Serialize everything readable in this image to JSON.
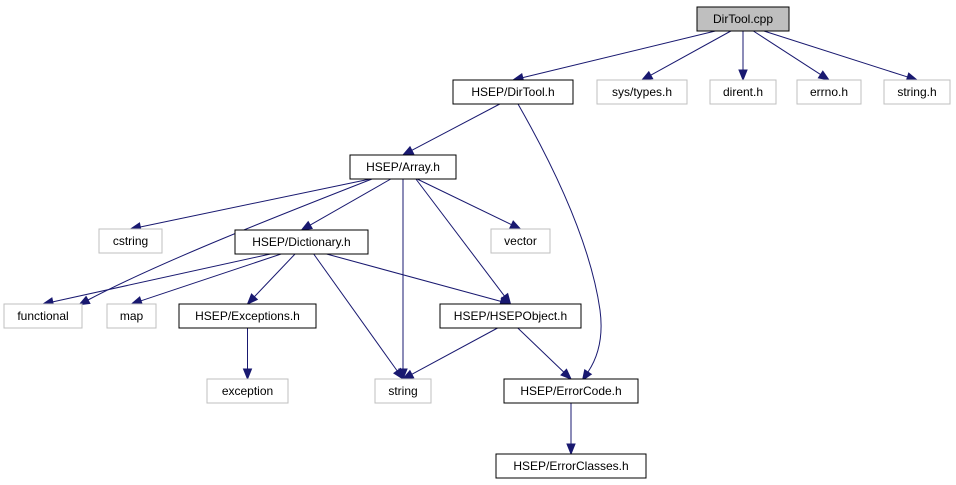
{
  "colors": {
    "edge": "#191970",
    "root_fill": "#bfbfbf",
    "root_stroke": "#000000",
    "documented_stroke": "#000000",
    "external_stroke": "#bfbfbf",
    "node_fill": "#ffffff"
  },
  "nodes": {
    "dirtool_cpp": {
      "label": "DirTool.cpp",
      "kind": "root"
    },
    "dirtool_h": {
      "label": "HSEP/DirTool.h",
      "kind": "documented"
    },
    "sys_types_h": {
      "label": "sys/types.h",
      "kind": "external"
    },
    "dirent_h": {
      "label": "dirent.h",
      "kind": "external"
    },
    "errno_h": {
      "label": "errno.h",
      "kind": "external"
    },
    "string_h": {
      "label": "string.h",
      "kind": "external"
    },
    "array_h": {
      "label": "HSEP/Array.h",
      "kind": "documented"
    },
    "cstring": {
      "label": "cstring",
      "kind": "external"
    },
    "dictionary_h": {
      "label": "HSEP/Dictionary.h",
      "kind": "documented"
    },
    "vector": {
      "label": "vector",
      "kind": "external"
    },
    "functional": {
      "label": "functional",
      "kind": "external"
    },
    "map": {
      "label": "map",
      "kind": "external"
    },
    "exceptions_h": {
      "label": "HSEP/Exceptions.h",
      "kind": "documented"
    },
    "hsepobject_h": {
      "label": "HSEP/HSEPObject.h",
      "kind": "documented"
    },
    "exception": {
      "label": "exception",
      "kind": "external"
    },
    "string": {
      "label": "string",
      "kind": "external"
    },
    "errorcode_h": {
      "label": "HSEP/ErrorCode.h",
      "kind": "documented"
    },
    "errorclasses_h": {
      "label": "HSEP/ErrorClasses.h",
      "kind": "documented"
    }
  },
  "edges": [
    {
      "from": "dirtool_cpp",
      "to": "dirtool_h"
    },
    {
      "from": "dirtool_cpp",
      "to": "sys_types_h"
    },
    {
      "from": "dirtool_cpp",
      "to": "dirent_h"
    },
    {
      "from": "dirtool_cpp",
      "to": "errno_h"
    },
    {
      "from": "dirtool_cpp",
      "to": "string_h"
    },
    {
      "from": "dirtool_h",
      "to": "array_h"
    },
    {
      "from": "dirtool_h",
      "to": "errorcode_h"
    },
    {
      "from": "array_h",
      "to": "cstring"
    },
    {
      "from": "array_h",
      "to": "functional"
    },
    {
      "from": "array_h",
      "to": "dictionary_h"
    },
    {
      "from": "array_h",
      "to": "string"
    },
    {
      "from": "array_h",
      "to": "hsepobject_h"
    },
    {
      "from": "array_h",
      "to": "vector"
    },
    {
      "from": "dictionary_h",
      "to": "functional"
    },
    {
      "from": "dictionary_h",
      "to": "map"
    },
    {
      "from": "dictionary_h",
      "to": "exceptions_h"
    },
    {
      "from": "dictionary_h",
      "to": "string"
    },
    {
      "from": "dictionary_h",
      "to": "hsepobject_h"
    },
    {
      "from": "exceptions_h",
      "to": "exception"
    },
    {
      "from": "hsepobject_h",
      "to": "string"
    },
    {
      "from": "hsepobject_h",
      "to": "errorcode_h"
    },
    {
      "from": "errorcode_h",
      "to": "errorclasses_h"
    }
  ]
}
